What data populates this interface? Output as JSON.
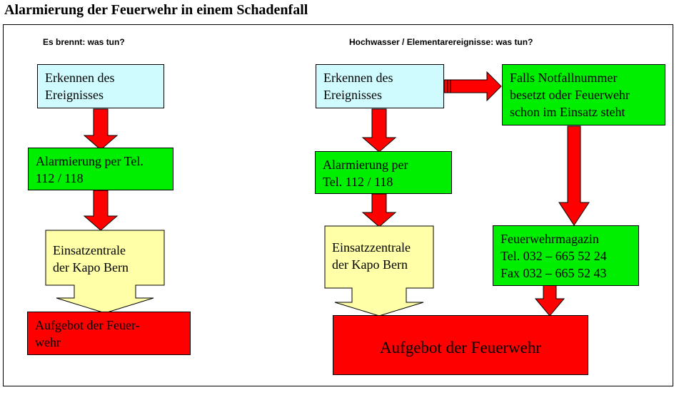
{
  "title": "Alarmierung der Feuerwehr in einem Schadenfall",
  "left": {
    "heading": "Es brennt: was tun?",
    "step1": "Erkennen des\nEreignisses",
    "step2": "Alarmierung per Tel.\n112 / 118",
    "step3": "Einsatzentrale\nder Kapo Bern",
    "step4": "Aufgebot der Feuer-\nwehr"
  },
  "right": {
    "heading": "Hochwasser / Elementarereignisse: was tun?",
    "step1": "Erkennen des\nEreignisses",
    "alt": "Falls Notfallnummer\nbesetzt oder Feuerwehr\nschon im Einsatz steht",
    "step2": "Alarmierung per\nTel. 112 / 118",
    "magazine": "Feuerwehrmagazin\nTel. 032 – 665 52 24\nFax 032 – 665 52 43",
    "step3": "Einsatzzentrale\nder Kapo Bern",
    "step4": "Aufgebot der Feuerwehr"
  },
  "colors": {
    "arrow_red": "#ff0000",
    "callout_yellow": "#ffffa8",
    "box_cyan": "#cffbff",
    "box_green": "#00ee00",
    "box_red": "#ff0000"
  }
}
